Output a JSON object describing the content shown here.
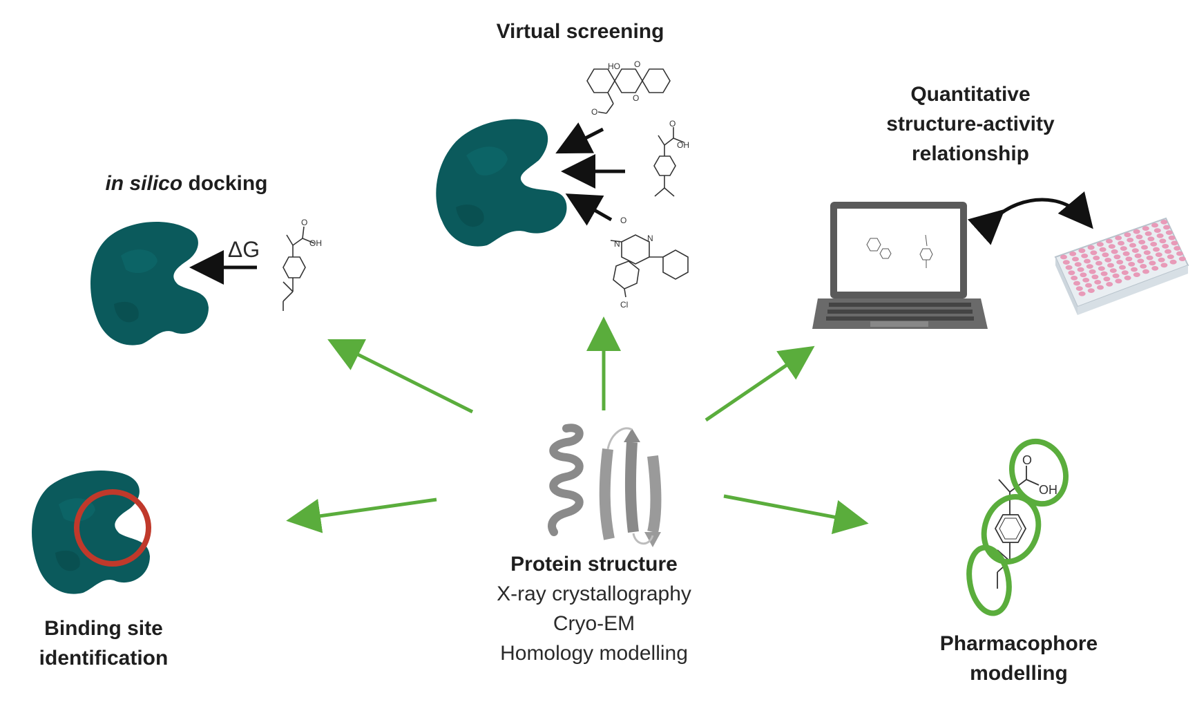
{
  "center": {
    "title": "Protein structure",
    "methods": [
      "X-ray crystallography",
      "Cryo-EM",
      "Homology modelling"
    ]
  },
  "nodes": {
    "virtual_screening": {
      "title": "Virtual screening"
    },
    "docking": {
      "title_italic": "in silico",
      "title_rest": " docking",
      "delta_g": "ΔG"
    },
    "qsar": {
      "lines": [
        "Quantitative",
        "structure-activity",
        "relationship"
      ]
    },
    "binding_site": {
      "lines": [
        "Binding site",
        "identification"
      ]
    },
    "pharmacophore": {
      "lines": [
        "Pharmacophore",
        "modelling"
      ]
    }
  },
  "atoms": {
    "oh": "OH",
    "ho": "HO",
    "o": "O",
    "n": "N",
    "cl": "Cl"
  },
  "colors": {
    "protein": "#0b5a5c",
    "arrow_green": "#5aad3c",
    "ring_red": "#c0392b",
    "pharm_green": "#5aad3c",
    "plate_well": "#e89ab8"
  }
}
